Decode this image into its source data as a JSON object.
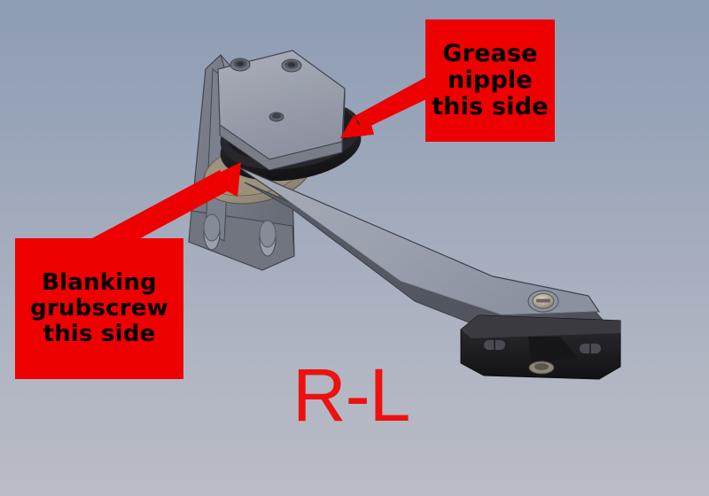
{
  "scene": {
    "kind": "cad-3d-assembly-annotated-screenshot",
    "subject": "steering / suspension arm bracket assembly",
    "background": {
      "type": "vertical-gradient",
      "top_color": "#8e9cb4",
      "bottom_color": "#b9bcc6"
    }
  },
  "callouts": [
    {
      "id": "grease-nipple",
      "lines": [
        "Grease",
        "nipple",
        "this side"
      ],
      "box_color": "#ee0000",
      "text_color": "#000000",
      "arrow_color": "#ee0000",
      "points_to": "bearing / pivot boss on upper block"
    },
    {
      "id": "blanking-grubscrew",
      "lines": [
        "Blanking",
        "grubscrew",
        "this side"
      ],
      "box_color": "#ee0000",
      "text_color": "#000000",
      "arrow_color": "#ee0000",
      "points_to": "bronze thrust washer face on mounting plate"
    }
  ],
  "marking": {
    "label": "R-L",
    "color": "#ee1111"
  },
  "model_parts": [
    {
      "name": "mounting-plate",
      "finish": "grey machined steel",
      "features": "two slotted fixing holes"
    },
    {
      "name": "gusset-rib",
      "finish": "grey machined steel"
    },
    {
      "name": "bronze-thrust-washer",
      "finish": "bronze / tan"
    },
    {
      "name": "pivot-boss-black-seal",
      "finish": "black"
    },
    {
      "name": "top-clamp-block",
      "finish": "light grey",
      "features": "two socket head cap screws"
    },
    {
      "name": "tapered-arm",
      "finish": "grey machined steel",
      "features": "countersunk screw near outer end"
    },
    {
      "name": "end-block-rubber",
      "finish": "black",
      "features": "two slots, centre screw"
    }
  ]
}
